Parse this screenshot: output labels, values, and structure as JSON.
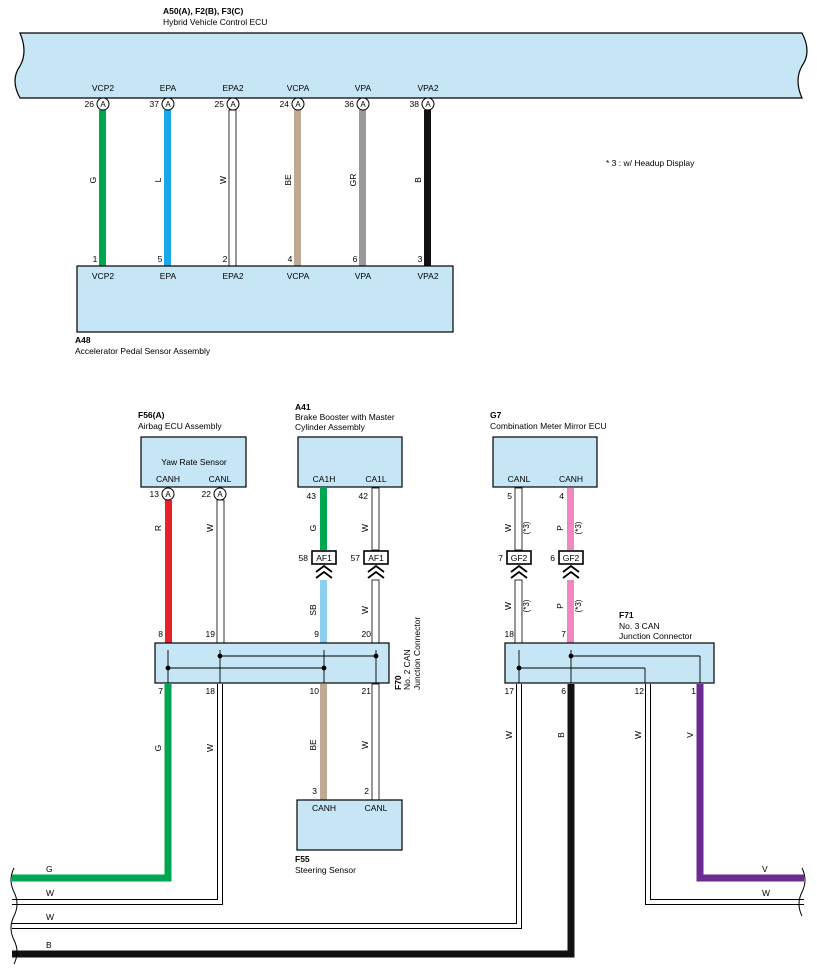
{
  "ecu_top": {
    "code": "A50(A), F2(B), F3(C)",
    "name": "Hybrid Vehicle Control ECU",
    "pins": [
      {
        "name": "VCP2",
        "num": "26",
        "conn": "A",
        "wire": "G",
        "color": "#00a651",
        "sensor_pin": "1"
      },
      {
        "name": "EPA",
        "num": "37",
        "conn": "A",
        "wire": "L",
        "color": "#1aa7e8",
        "sensor_pin": "5"
      },
      {
        "name": "EPA2",
        "num": "25",
        "conn": "A",
        "wire": "W",
        "color": "#ffffff",
        "sensor_pin": "2"
      },
      {
        "name": "VCPA",
        "num": "24",
        "conn": "A",
        "wire": "BE",
        "color": "#bda994",
        "sensor_pin": "4"
      },
      {
        "name": "VPA",
        "num": "36",
        "conn": "A",
        "wire": "GR",
        "color": "#9a9a9a",
        "sensor_pin": "6"
      },
      {
        "name": "VPA2",
        "num": "38",
        "conn": "A",
        "wire": "B",
        "color": "#111111",
        "sensor_pin": "3"
      }
    ]
  },
  "note": "* 3 : w/ Headup Display",
  "sensor_a48": {
    "code": "A48",
    "name": "Accelerator Pedal Sensor Assembly"
  },
  "airbag": {
    "code": "F56(A)",
    "name": "Airbag ECU Assembly",
    "inner": "Yaw Rate Sensor",
    "pins": [
      {
        "name": "CANH",
        "num": "13",
        "conn": "A",
        "wire": "R",
        "color": "#e8202a"
      },
      {
        "name": "CANL",
        "num": "22",
        "conn": "A",
        "wire": "W",
        "color": "#ffffff"
      }
    ]
  },
  "brake": {
    "code": "A41",
    "name_line1": "Brake Booster with Master",
    "name_line2": "Cylinder Assembly",
    "pins": [
      {
        "name": "CA1H",
        "num": "43",
        "wire": "G",
        "color": "#00a651"
      },
      {
        "name": "CA1L",
        "num": "42",
        "wire": "W",
        "color": "#ffffff"
      }
    ],
    "connectors": [
      {
        "num": "58",
        "label": "AF1",
        "wire_below": "SB",
        "color_below": "#8fcfee"
      },
      {
        "num": "57",
        "label": "AF1",
        "wire_below": "W",
        "color_below": "#ffffff"
      }
    ]
  },
  "meter": {
    "code": "G7",
    "name": "Combination Meter Mirror ECU",
    "pins": [
      {
        "name": "CANL",
        "num": "5",
        "wire": "W",
        "color": "#ffffff",
        "tag": "(*3)"
      },
      {
        "name": "CANH",
        "num": "4",
        "wire": "P",
        "color": "#f088c0",
        "tag": "(*3)"
      }
    ],
    "connectors": [
      {
        "num": "7",
        "label": "GF2"
      },
      {
        "num": "6",
        "label": "GF2"
      }
    ]
  },
  "jc_f70": {
    "code": "F70",
    "name_line1": "No. 2 CAN",
    "name_line2": "Junction Connector",
    "top_pins": [
      "8",
      "19",
      "9",
      "20"
    ],
    "bottom_pins": [
      "7",
      "18",
      "10",
      "21"
    ]
  },
  "jc_f71": {
    "code": "F71",
    "name_line1": "No. 3 CAN",
    "name_line2": "Junction Connector",
    "top_pins": [
      "18",
      "7"
    ],
    "bottom_pins": [
      "17",
      "6",
      "12",
      "1"
    ]
  },
  "steering": {
    "code": "F55",
    "name": "Steering Sensor",
    "pins": [
      {
        "name": "CANH",
        "num": "3",
        "wire": "BE",
        "color": "#bda994"
      },
      {
        "name": "CANL",
        "num": "2",
        "wire": "W",
        "color": "#ffffff"
      }
    ]
  },
  "bottom_wires": {
    "f70_left": [
      {
        "pin": "7",
        "wire": "G",
        "color": "#00a651"
      },
      {
        "pin": "18",
        "wire": "W",
        "color": "#ffffff"
      }
    ],
    "f71_left": [
      {
        "pin": "17",
        "wire": "W",
        "color": "#ffffff"
      },
      {
        "pin": "6",
        "wire": "B",
        "color": "#111111"
      }
    ],
    "f71_right": [
      {
        "pin": "12",
        "wire": "W",
        "color": "#ffffff"
      },
      {
        "pin": "1",
        "wire": "V",
        "color": "#6a2c91"
      }
    ]
  }
}
